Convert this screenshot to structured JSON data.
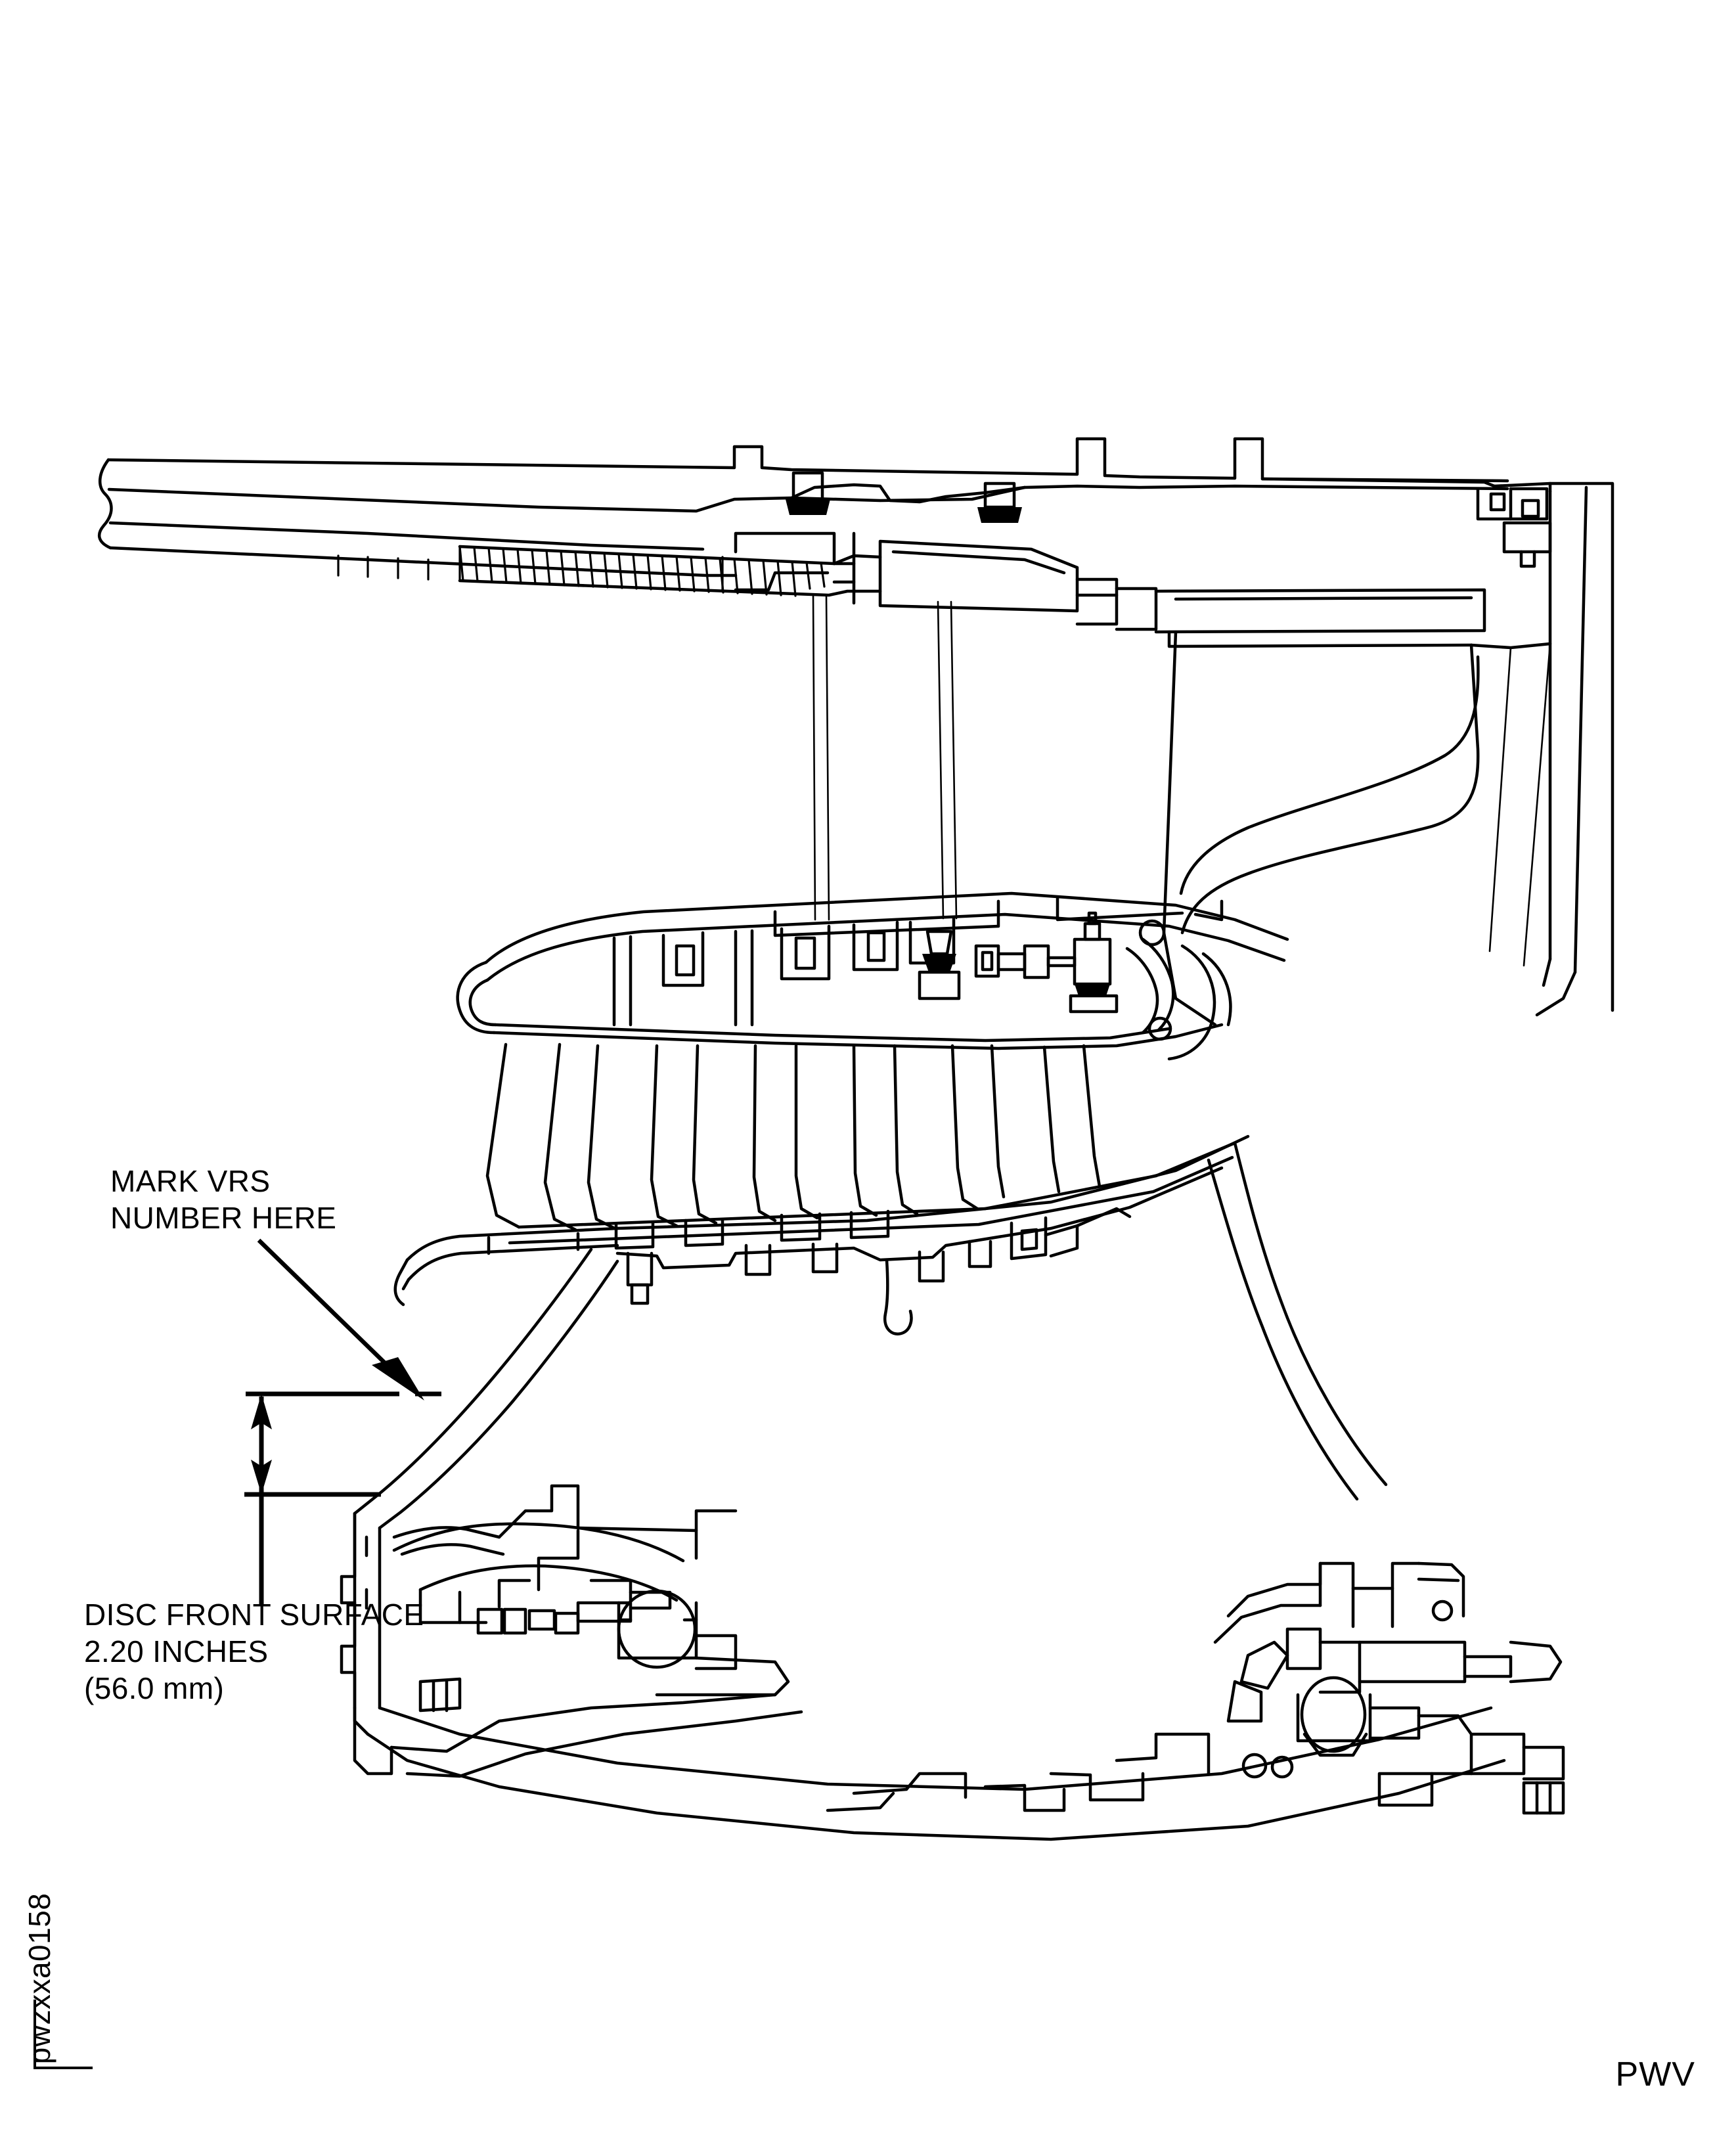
{
  "figure": {
    "kind": "engineering-cross-section",
    "subject": "Gas turbine engine fan and low compressor module — longitudinal cross section",
    "manufacturer_mark": "PWV",
    "sheet_code": "pwzxxa0158",
    "line_color": "#000000",
    "background_color": "#ffffff"
  },
  "callouts": [
    {
      "id": "mark-vrs",
      "line1": "MARK VRS",
      "line2": "NUMBER HERE",
      "has_leader": true,
      "leader_arrow": "down-right"
    },
    {
      "id": "disc-front-surface",
      "line1": "DISC FRONT SURFACE",
      "line2": "2.20 INCHES",
      "line3": "(56.0 mm)",
      "has_leader": true,
      "leader_arrow": "vertical-extension"
    }
  ],
  "dimension": {
    "name": "disc-front-surface-offset",
    "value_imperial": "2.20 INCHES",
    "value_metric": "(56.0 mm)",
    "arrow_style": "double-headed-vertical"
  },
  "footer": {
    "brand": "PWV",
    "sheet_code": "pwzxxa0158"
  }
}
